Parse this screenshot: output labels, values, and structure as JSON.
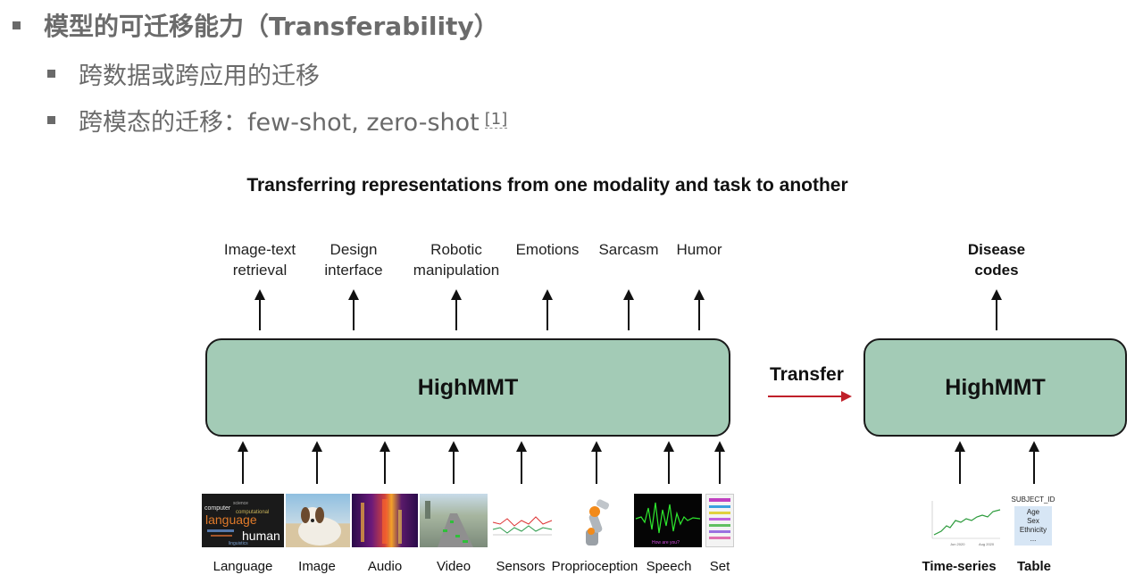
{
  "bullets": {
    "main": "模型的可迁移能力（Transferability）",
    "sub1": "跨数据或跨应用的迁移",
    "sub2": "跨模态的迁移：few-shot, zero-shot",
    "sub2_cite": "[1]"
  },
  "diagram": {
    "title": "Transferring representations from one modality and task to another",
    "left_model": "HighMMT",
    "right_model": "HighMMT",
    "transfer_label": "Transfer",
    "transfer_color": "#c0202a",
    "box_color": "#a3cbb6",
    "outputs": [
      "Image-text\nretrieval",
      "Design\ninterface",
      "Robotic\nmanipulation",
      "Emotions",
      "Sarcasm",
      "Humor"
    ],
    "right_output": "Disease\ncodes",
    "inputs": [
      "Language",
      "Image",
      "Audio",
      "Video",
      "Sensors",
      "Proprioception",
      "Speech",
      "Set"
    ],
    "right_inputs": [
      "Time-series",
      "Table"
    ],
    "table_thumb": {
      "header": "SUBJECT_ID",
      "rows": [
        "Age",
        "Sex",
        "Ethnicity",
        "..."
      ]
    },
    "language_thumb_words": [
      "computer",
      "science",
      "language",
      "human",
      "linguistics",
      "computational"
    ],
    "speech_thumb_text": "How are you?",
    "timeseries_axis": [
      "Jun 2020",
      "Aug 2020"
    ]
  }
}
